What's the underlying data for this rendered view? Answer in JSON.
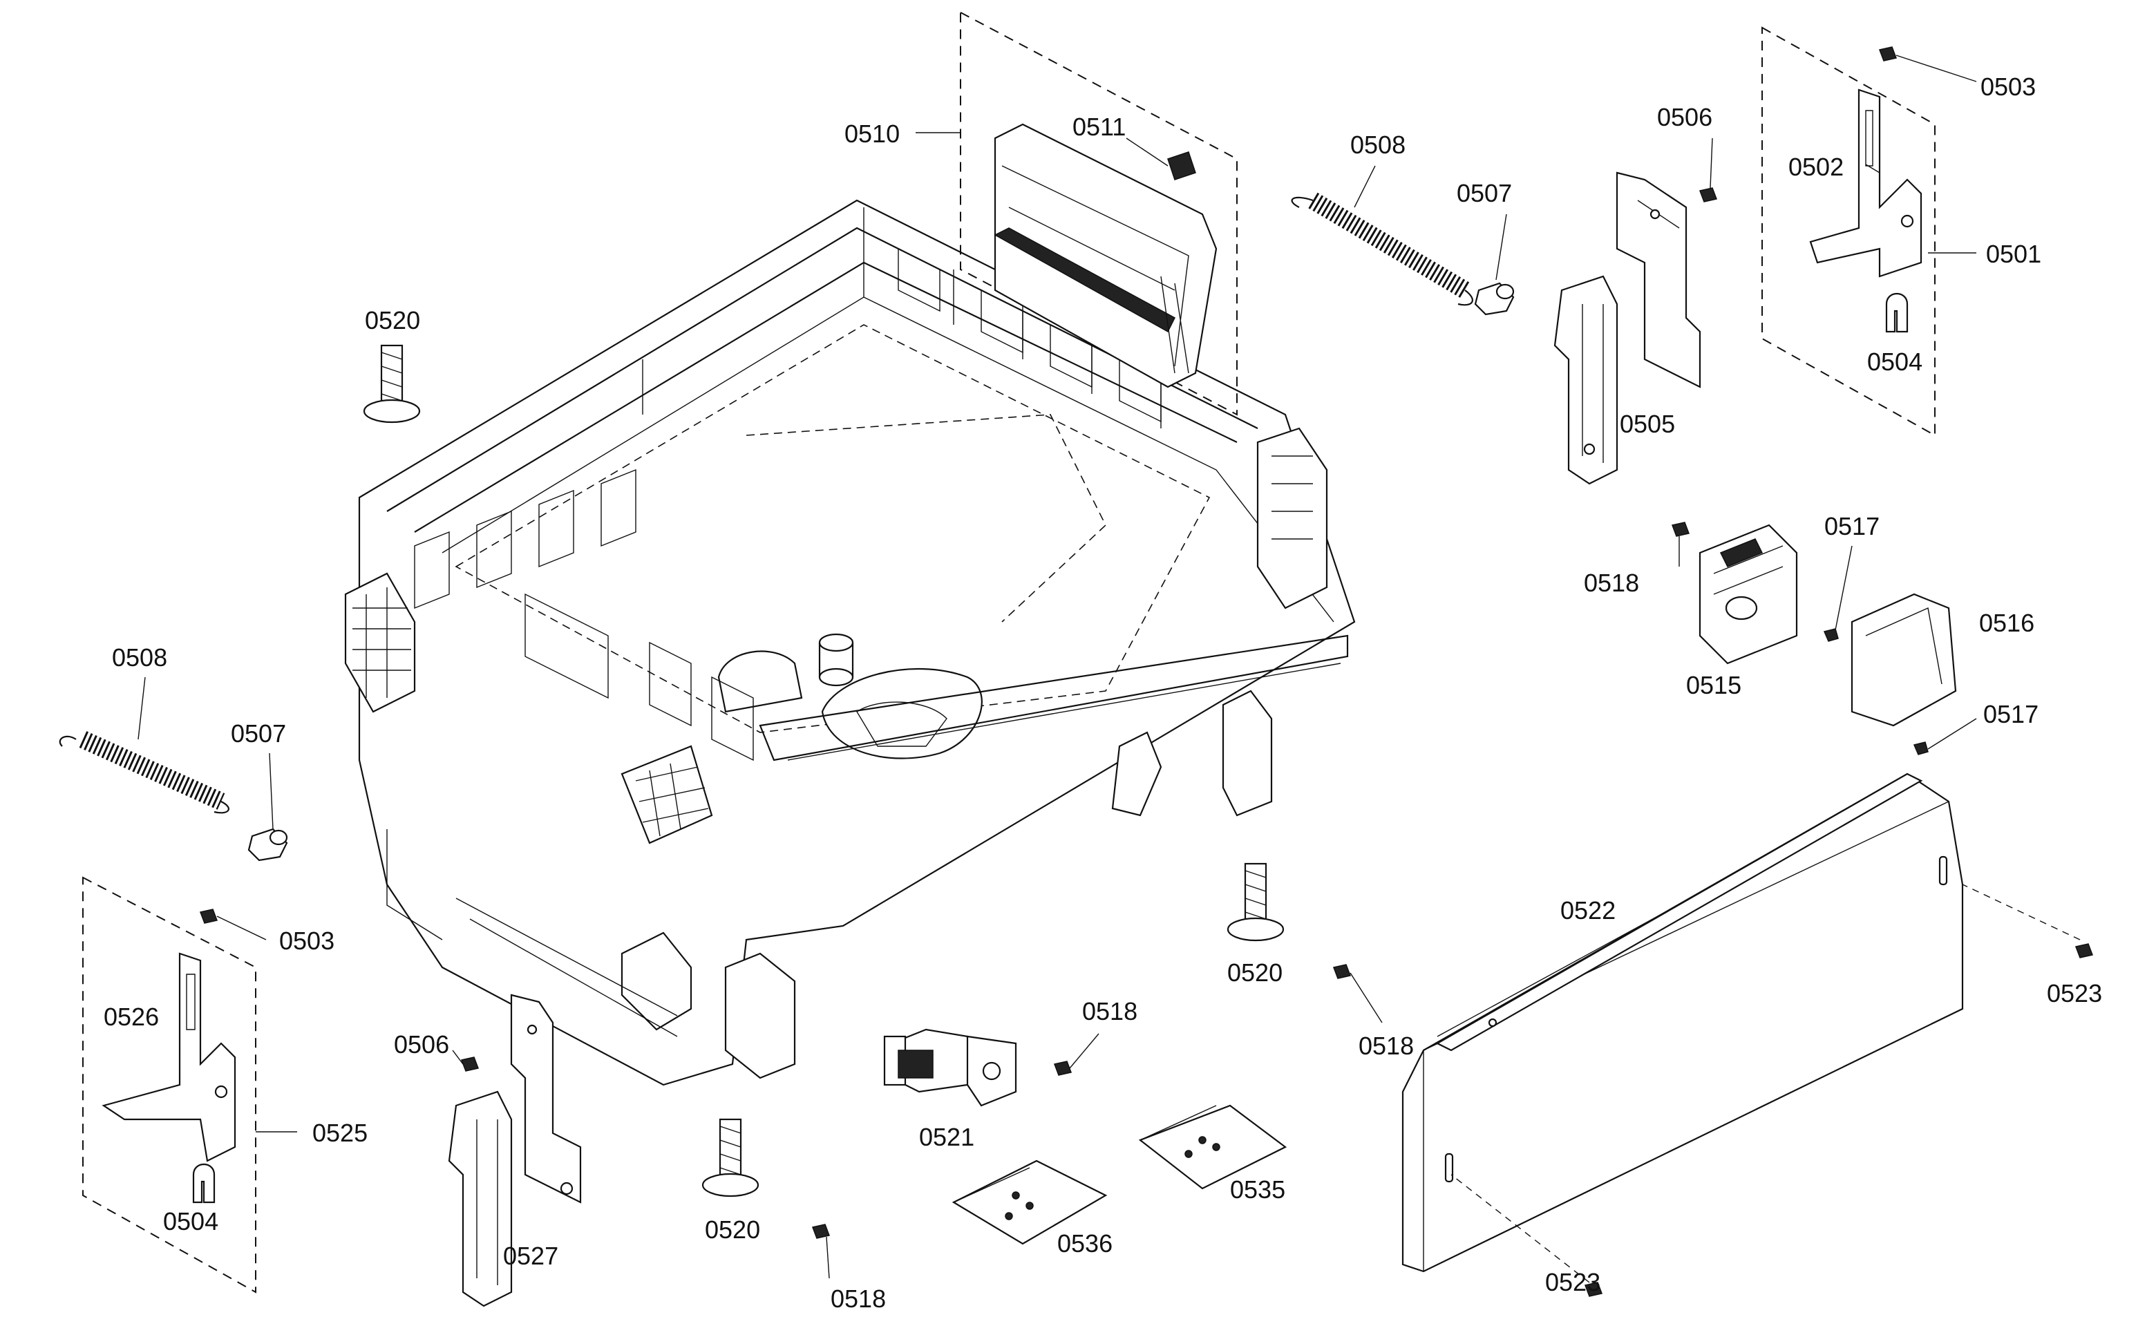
{
  "diagram": {
    "callouts": [
      {
        "id": "c0510",
        "label": "0510"
      },
      {
        "id": "c0511",
        "label": "0511"
      },
      {
        "id": "c0508a",
        "label": "0508"
      },
      {
        "id": "c0507a",
        "label": "0507"
      },
      {
        "id": "c0506a",
        "label": "0506"
      },
      {
        "id": "c0502",
        "label": "0502"
      },
      {
        "id": "c0503a",
        "label": "0503"
      },
      {
        "id": "c0501",
        "label": "0501"
      },
      {
        "id": "c0504a",
        "label": "0504"
      },
      {
        "id": "c0505",
        "label": "0505"
      },
      {
        "id": "c0520a",
        "label": "0520"
      },
      {
        "id": "c0518a",
        "label": "0518"
      },
      {
        "id": "c0517a",
        "label": "0517"
      },
      {
        "id": "c0516",
        "label": "0516"
      },
      {
        "id": "c0515",
        "label": "0515"
      },
      {
        "id": "c0517b",
        "label": "0517"
      },
      {
        "id": "c0508b",
        "label": "0508"
      },
      {
        "id": "c0507b",
        "label": "0507"
      },
      {
        "id": "c0503b",
        "label": "0503"
      },
      {
        "id": "c0526",
        "label": "0526"
      },
      {
        "id": "c0525",
        "label": "0525"
      },
      {
        "id": "c0504b",
        "label": "0504"
      },
      {
        "id": "c0506b",
        "label": "0506"
      },
      {
        "id": "c0527",
        "label": "0527"
      },
      {
        "id": "c0520b",
        "label": "0520"
      },
      {
        "id": "c0520c",
        "label": "0520"
      },
      {
        "id": "c0518b",
        "label": "0518"
      },
      {
        "id": "c0518c",
        "label": "0518"
      },
      {
        "id": "c0518d",
        "label": "0518"
      },
      {
        "id": "c0521",
        "label": "0521"
      },
      {
        "id": "c0536",
        "label": "0536"
      },
      {
        "id": "c0535",
        "label": "0535"
      },
      {
        "id": "c0522",
        "label": "0522"
      },
      {
        "id": "c0523a",
        "label": "0523"
      },
      {
        "id": "c0523b",
        "label": "0523"
      }
    ]
  }
}
